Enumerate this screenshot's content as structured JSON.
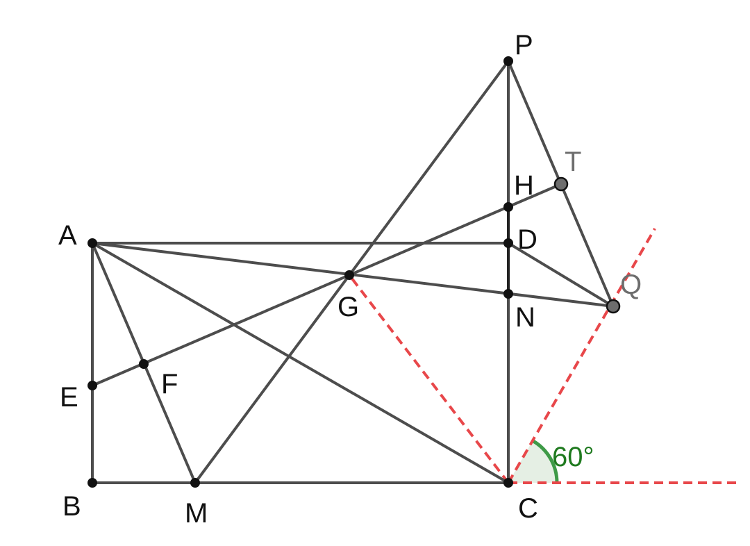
{
  "points": [
    {
      "id": "A",
      "label": "A",
      "style": "fixed"
    },
    {
      "id": "B",
      "label": "B",
      "style": "fixed"
    },
    {
      "id": "C",
      "label": "C",
      "style": "fixed"
    },
    {
      "id": "D",
      "label": "D",
      "style": "fixed"
    },
    {
      "id": "E",
      "label": "E",
      "style": "fixed"
    },
    {
      "id": "F",
      "label": "F",
      "style": "fixed"
    },
    {
      "id": "G",
      "label": "G",
      "style": "fixed"
    },
    {
      "id": "H",
      "label": "H",
      "style": "fixed"
    },
    {
      "id": "M",
      "label": "M",
      "style": "fixed"
    },
    {
      "id": "N",
      "label": "N",
      "style": "fixed"
    },
    {
      "id": "P",
      "label": "P",
      "style": "fixed"
    },
    {
      "id": "Q",
      "label": "Q",
      "style": "free"
    },
    {
      "id": "T",
      "label": "T",
      "style": "free"
    }
  ],
  "segments": [
    [
      "A",
      "B"
    ],
    [
      "B",
      "C"
    ],
    [
      "A",
      "D"
    ],
    [
      "D",
      "C"
    ],
    [
      "A",
      "C"
    ],
    [
      "A",
      "M"
    ],
    [
      "E",
      "T"
    ],
    [
      "A",
      "Q"
    ],
    [
      "M",
      "P"
    ],
    [
      "P",
      "C"
    ],
    [
      "P",
      "Q"
    ],
    [
      "D",
      "Q"
    ]
  ],
  "angle": {
    "vertex": "C",
    "label": "60°",
    "color": "#1f7a1f"
  },
  "colors": {
    "segment": "#4d4d4d",
    "dashed_line": "#e8474a",
    "angle_arc": "#3e9a47",
    "free_point": "#6d6d6d"
  }
}
